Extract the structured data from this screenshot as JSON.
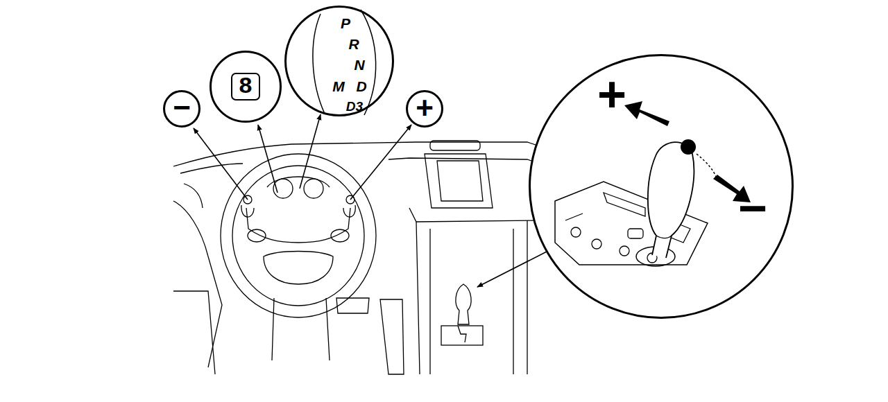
{
  "diagram": {
    "nodes": [
      {
        "text": [
          "−"
        ]
      },
      {
        "text": [
          "8"
        ]
      },
      {
        "text": [
          "P",
          "R",
          "N",
          "M",
          "D",
          "D3"
        ]
      },
      {
        "text": [
          "+"
        ]
      },
      {
        "text": [
          "+",
          "−"
        ]
      }
    ]
  }
}
